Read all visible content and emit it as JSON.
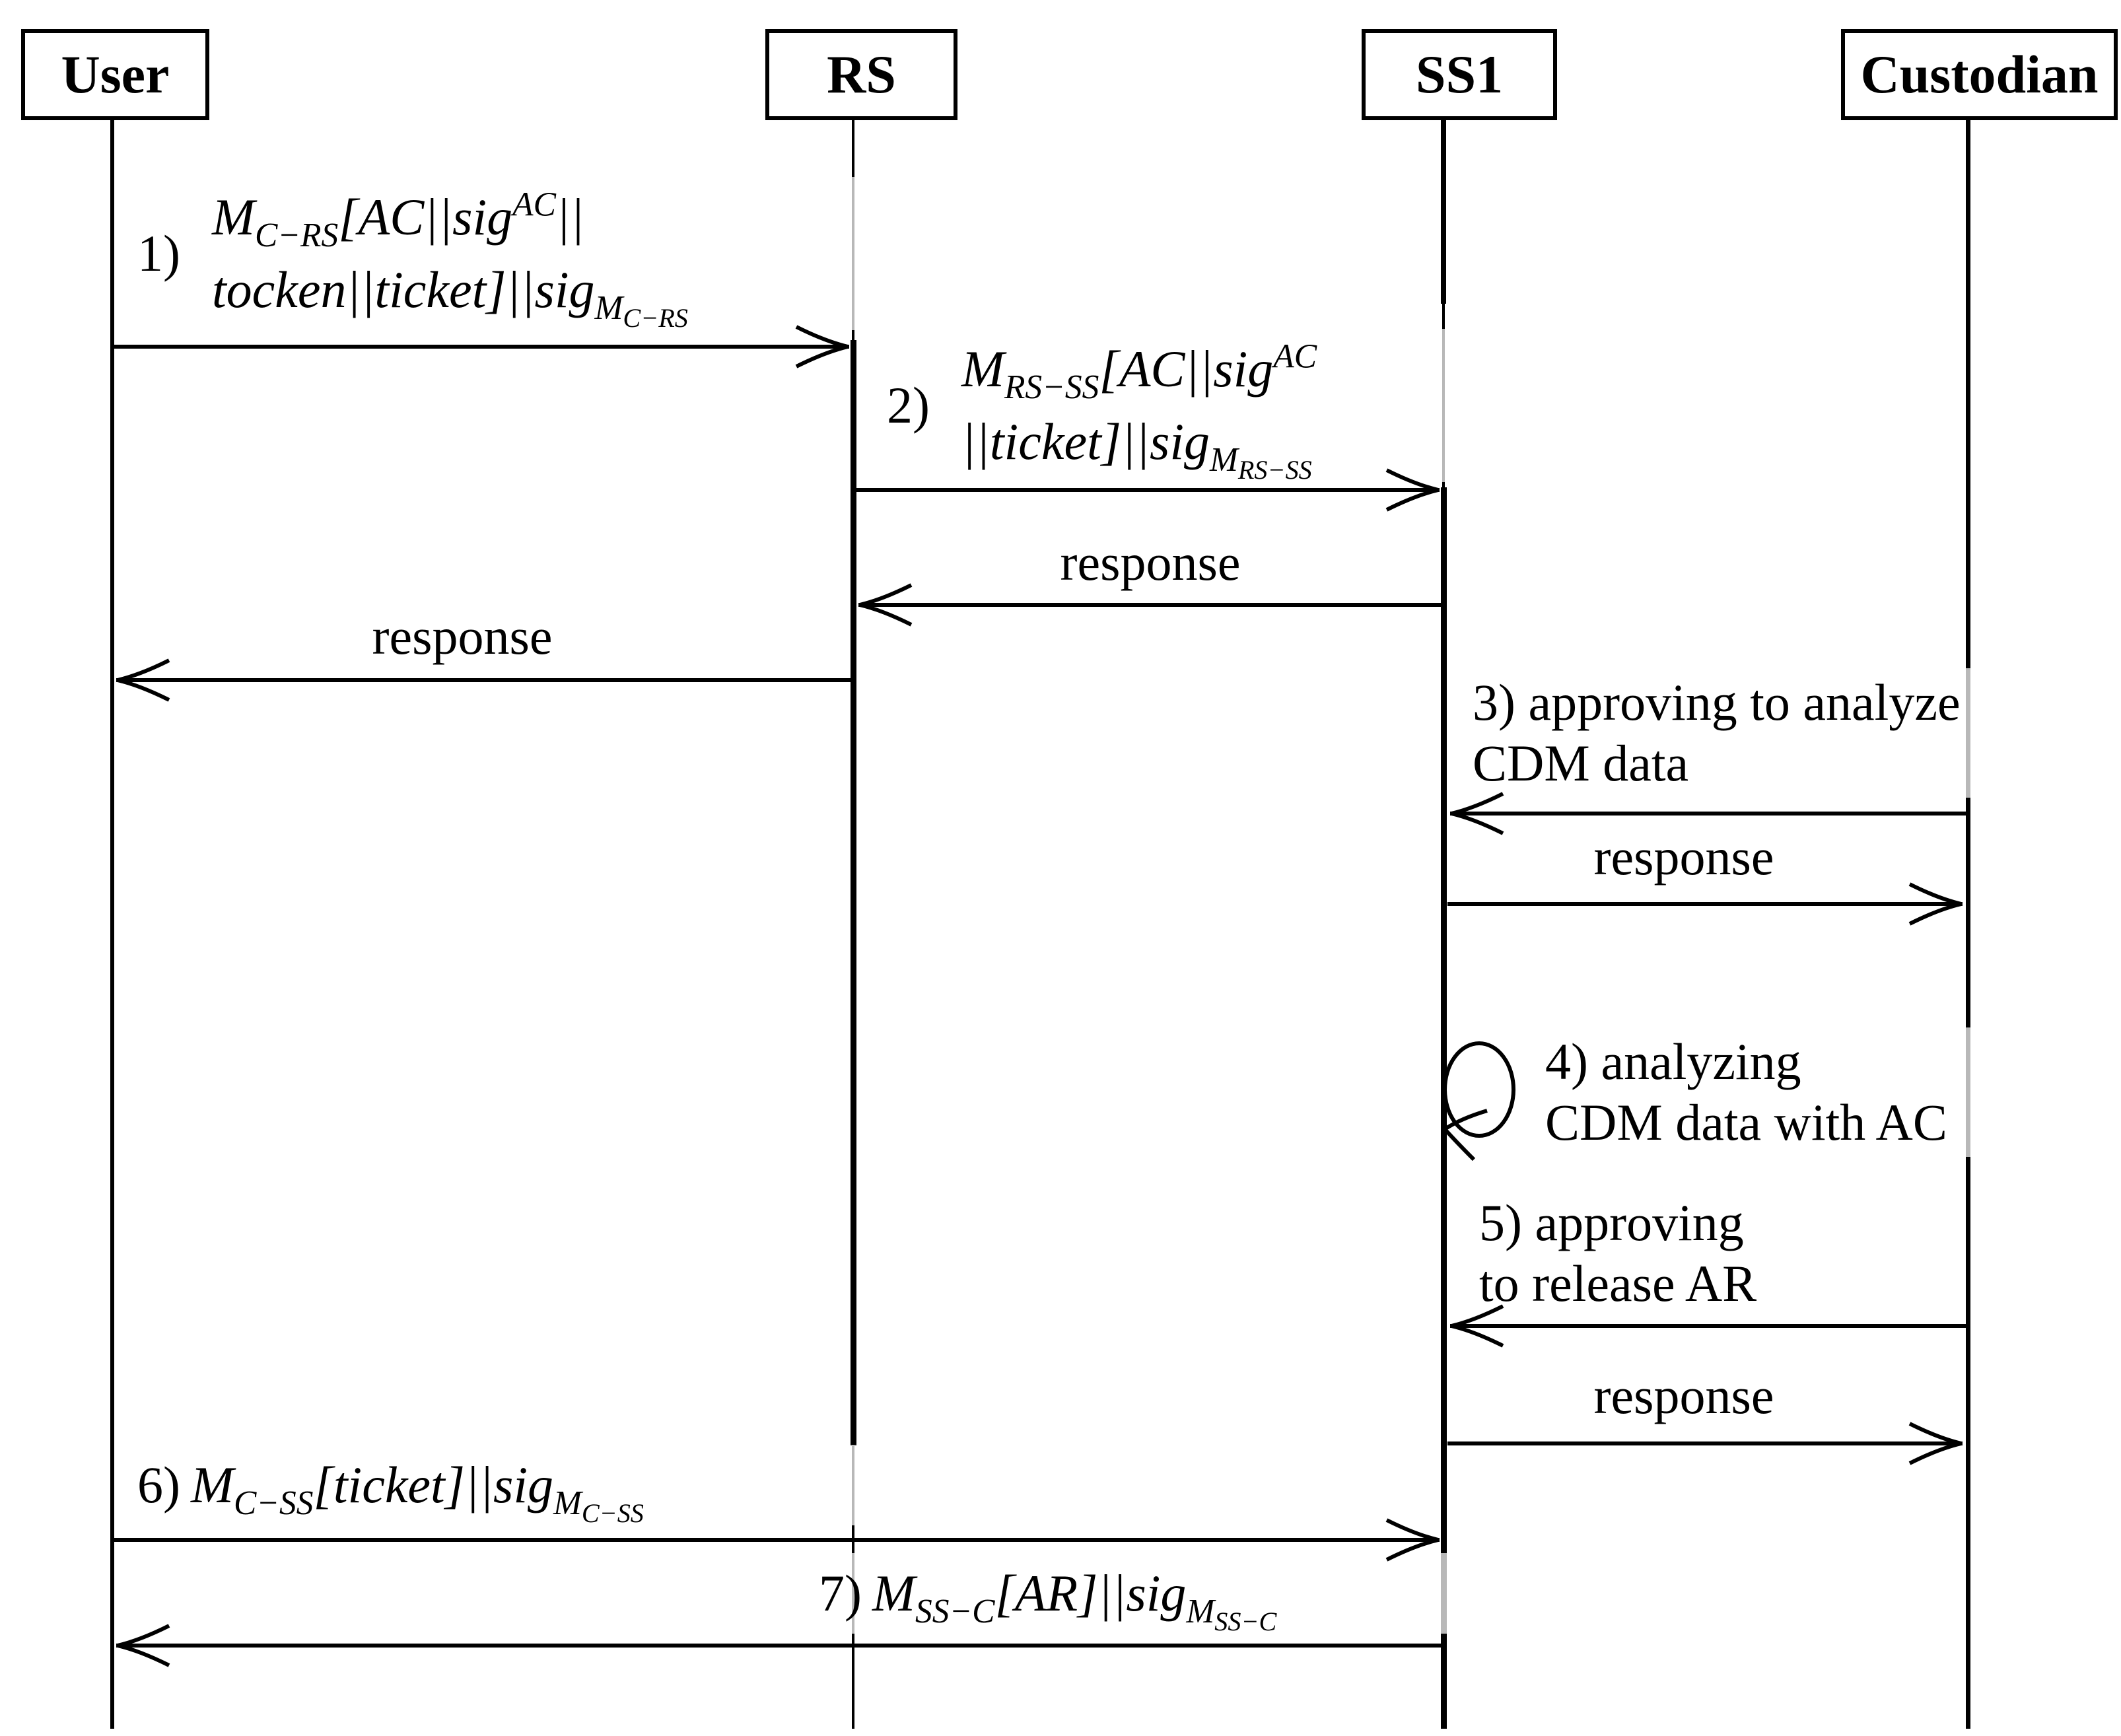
{
  "figure": {
    "type": "sequence-diagram",
    "colors": {
      "ink": "#000000",
      "background": "#ffffff",
      "grayed_lifeline": "#b3b3b3"
    },
    "actors": [
      {
        "id": "user",
        "label": "User"
      },
      {
        "id": "rs",
        "label": "RS"
      },
      {
        "id": "ss1",
        "label": "SS1"
      },
      {
        "id": "custodian",
        "label": "Custodian"
      }
    ],
    "messages": [
      {
        "step": "1)",
        "from": "User",
        "to": "RS",
        "type": "call",
        "line1": "M_{C−RS}[AC||sig^{AC}||",
        "line2": "tocken||ticket]||sig_{M_{C−RS}}"
      },
      {
        "step": "2)",
        "from": "RS",
        "to": "SS1",
        "type": "call",
        "line1": "M_{RS−SS}[AC||sig^{AC}",
        "line2": "||ticket]||sig_{M_{RS−SS}}"
      },
      {
        "label": "response",
        "from": "SS1",
        "to": "RS",
        "type": "return"
      },
      {
        "label": "response",
        "from": "RS",
        "to": "User",
        "type": "return"
      },
      {
        "from": "Custodian",
        "to": "SS1",
        "type": "call",
        "line1": "3) approving to analyze",
        "line2": "CDM data"
      },
      {
        "label": "response",
        "from": "SS1",
        "to": "Custodian",
        "type": "return"
      },
      {
        "from": "SS1",
        "to": "SS1",
        "type": "self",
        "line1": "4) analyzing",
        "line2": "CDM data with AC"
      },
      {
        "from": "Custodian",
        "to": "SS1",
        "type": "call",
        "line1": "5) approving",
        "line2": "to release AR"
      },
      {
        "label": "response",
        "from": "SS1",
        "to": "Custodian",
        "type": "return"
      },
      {
        "step": "6)",
        "from": "User",
        "to": "SS1",
        "type": "call",
        "math": "M_{C−SS}[ticket]||sig_{M_{C−SS}}"
      },
      {
        "step": "7)",
        "from": "SS1",
        "to": "User",
        "type": "call",
        "math": "M_{SS−C}[AR]||sig_{M_{SS−C}}"
      }
    ]
  }
}
